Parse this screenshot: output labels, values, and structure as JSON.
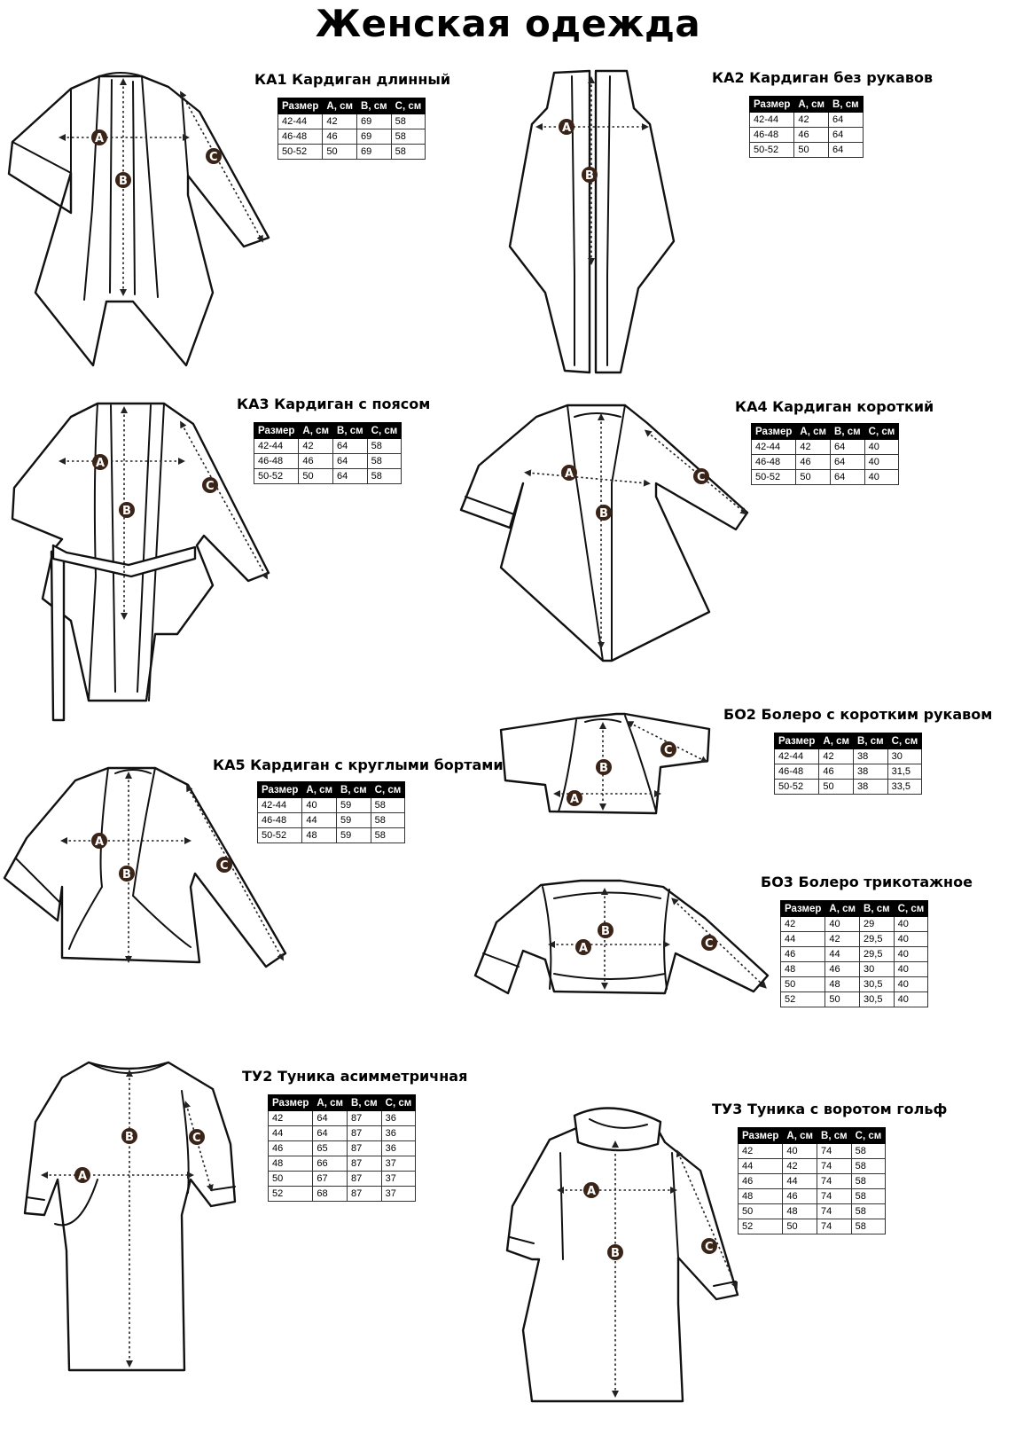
{
  "page": {
    "title": "Женская одежда"
  },
  "labels": {
    "a": "A",
    "b": "B",
    "c": "C"
  },
  "header": [
    "Размер",
    "А, см",
    "В, см",
    "С, см"
  ],
  "products": [
    {
      "code_title": "КА1 Кардиган длинный",
      "rows": [
        [
          "42-44",
          "42",
          "69",
          "58"
        ],
        [
          "46-48",
          "46",
          "69",
          "58"
        ],
        [
          "50-52",
          "50",
          "69",
          "58"
        ]
      ]
    },
    {
      "code_title": "КА2 Кардиган без рукавов",
      "header": [
        "Размер",
        "А, см",
        "В, см"
      ],
      "rows": [
        [
          "42-44",
          "42",
          "64"
        ],
        [
          "46-48",
          "46",
          "64"
        ],
        [
          "50-52",
          "50",
          "64"
        ]
      ]
    },
    {
      "code_title": "КА3 Кардиган с поясом",
      "rows": [
        [
          "42-44",
          "42",
          "64",
          "58"
        ],
        [
          "46-48",
          "46",
          "64",
          "58"
        ],
        [
          "50-52",
          "50",
          "64",
          "58"
        ]
      ]
    },
    {
      "code_title": "КА4 Кардиган короткий",
      "rows": [
        [
          "42-44",
          "42",
          "64",
          "40"
        ],
        [
          "46-48",
          "46",
          "64",
          "40"
        ],
        [
          "50-52",
          "50",
          "64",
          "40"
        ]
      ]
    },
    {
      "code_title": "БО2 Болеро с коротким рукавом",
      "rows": [
        [
          "42-44",
          "42",
          "38",
          "30"
        ],
        [
          "46-48",
          "46",
          "38",
          "31,5"
        ],
        [
          "50-52",
          "50",
          "38",
          "33,5"
        ]
      ]
    },
    {
      "code_title": "КА5 Кардиган с круглыми бортами",
      "rows": [
        [
          "42-44",
          "40",
          "59",
          "58"
        ],
        [
          "46-48",
          "44",
          "59",
          "58"
        ],
        [
          "50-52",
          "48",
          "59",
          "58"
        ]
      ]
    },
    {
      "code_title": "БО3 Болеро трикотажное",
      "rows": [
        [
          "42",
          "40",
          "29",
          "40"
        ],
        [
          "44",
          "42",
          "29,5",
          "40"
        ],
        [
          "46",
          "44",
          "29,5",
          "40"
        ],
        [
          "48",
          "46",
          "30",
          "40"
        ],
        [
          "50",
          "48",
          "30,5",
          "40"
        ],
        [
          "52",
          "50",
          "30,5",
          "40"
        ]
      ]
    },
    {
      "code_title": "ТУ2 Туника асимметричная",
      "rows": [
        [
          "42",
          "64",
          "87",
          "36"
        ],
        [
          "44",
          "64",
          "87",
          "36"
        ],
        [
          "46",
          "65",
          "87",
          "36"
        ],
        [
          "48",
          "66",
          "87",
          "37"
        ],
        [
          "50",
          "67",
          "87",
          "37"
        ],
        [
          "52",
          "68",
          "87",
          "37"
        ]
      ]
    },
    {
      "code_title": "ТУ3 Туника с воротом гольф",
      "rows": [
        [
          "42",
          "40",
          "74",
          "58"
        ],
        [
          "44",
          "42",
          "74",
          "58"
        ],
        [
          "46",
          "44",
          "74",
          "58"
        ],
        [
          "48",
          "46",
          "74",
          "58"
        ],
        [
          "50",
          "48",
          "74",
          "58"
        ],
        [
          "52",
          "50",
          "74",
          "58"
        ]
      ]
    }
  ]
}
